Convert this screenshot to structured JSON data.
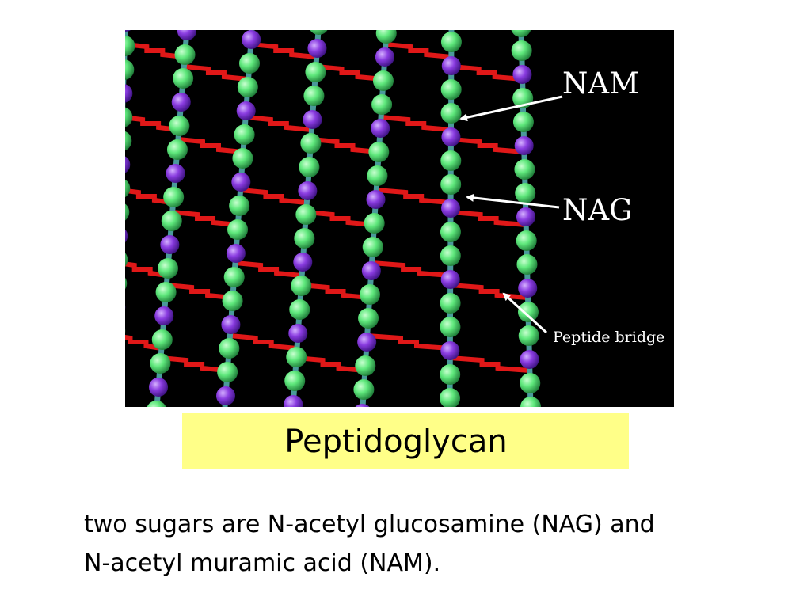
{
  "diagram": {
    "labels": {
      "nam": "NAM",
      "nag": "NAG",
      "peptide_bridge": "Peptide bridge"
    },
    "colors": {
      "background": "#000000",
      "nag_sphere": "#5fe87c",
      "nam_sphere": "#8a3ce0",
      "glycan_link": "#4a9a9a",
      "peptide_bridge": "#e01818",
      "label_text": "#ffffff"
    }
  },
  "caption": {
    "text": "Peptidoglycan",
    "background": "#ffff88"
  },
  "description": {
    "line1": "two sugars are N-acetyl glucosamine (NAG) and",
    "line2": "N-acetyl muramic acid (NAM)."
  }
}
